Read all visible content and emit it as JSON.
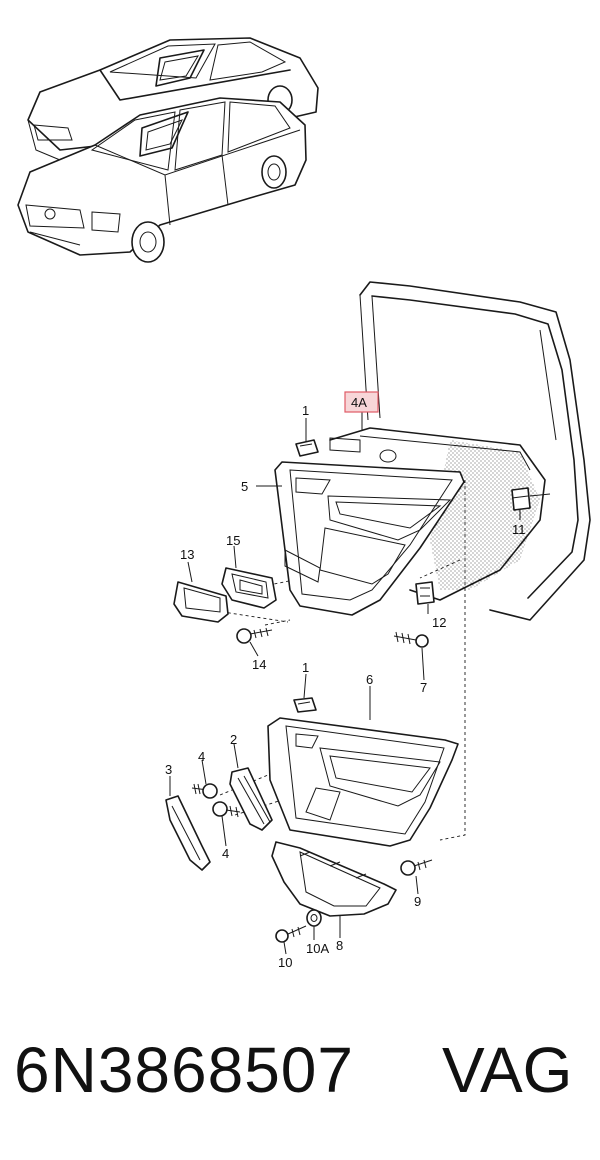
{
  "diagram": {
    "highlight_color": "#e05a66",
    "highlighted_callout": "4A",
    "callouts": {
      "c1a": "1",
      "c4a": "4A",
      "c5": "5",
      "c11": "11",
      "c13": "13",
      "c15": "15",
      "c12": "12",
      "c14": "14",
      "c7": "7",
      "c1b": "1",
      "c6": "6",
      "c2": "2",
      "c3": "3",
      "c4b": "4",
      "c4c": "4",
      "c9": "9",
      "c10": "10",
      "c10a": "10A",
      "c8": "8"
    }
  },
  "footer": {
    "part_number": "6N3868507",
    "brand": "VAG"
  }
}
